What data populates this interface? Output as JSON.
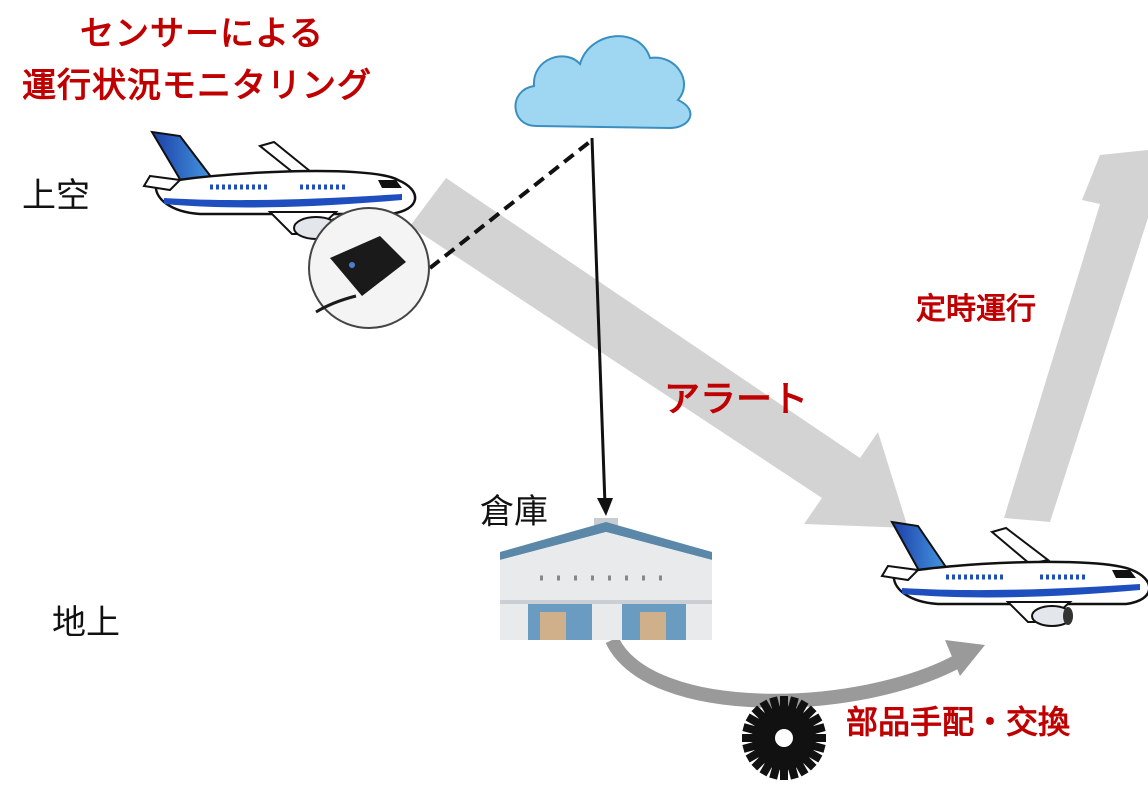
{
  "title": {
    "line1": "センサーによる",
    "line2": "運行状況モニタリング"
  },
  "zones": {
    "sky": "上空",
    "ground": "地上"
  },
  "warehouse": {
    "label": "倉庫"
  },
  "flows": {
    "alert": "アラート",
    "on_time": "定時運行",
    "parts": "部品手配・交換"
  },
  "colors": {
    "accent_text": "#c00000",
    "cloud_fill": "#9fd7f2",
    "cloud_stroke": "#3a8fc0",
    "flow_arrow": "#d3d3d3",
    "plane_stripe": "#1f4fbf",
    "warehouse_roof": "#5b87a8",
    "warehouse_wall": "#e8eaec"
  },
  "icons": {
    "cloud": "cloud-icon",
    "plane": "airplane-icon",
    "sensor": "sensor-icon",
    "warehouse": "warehouse-icon",
    "gear": "gear-icon"
  }
}
